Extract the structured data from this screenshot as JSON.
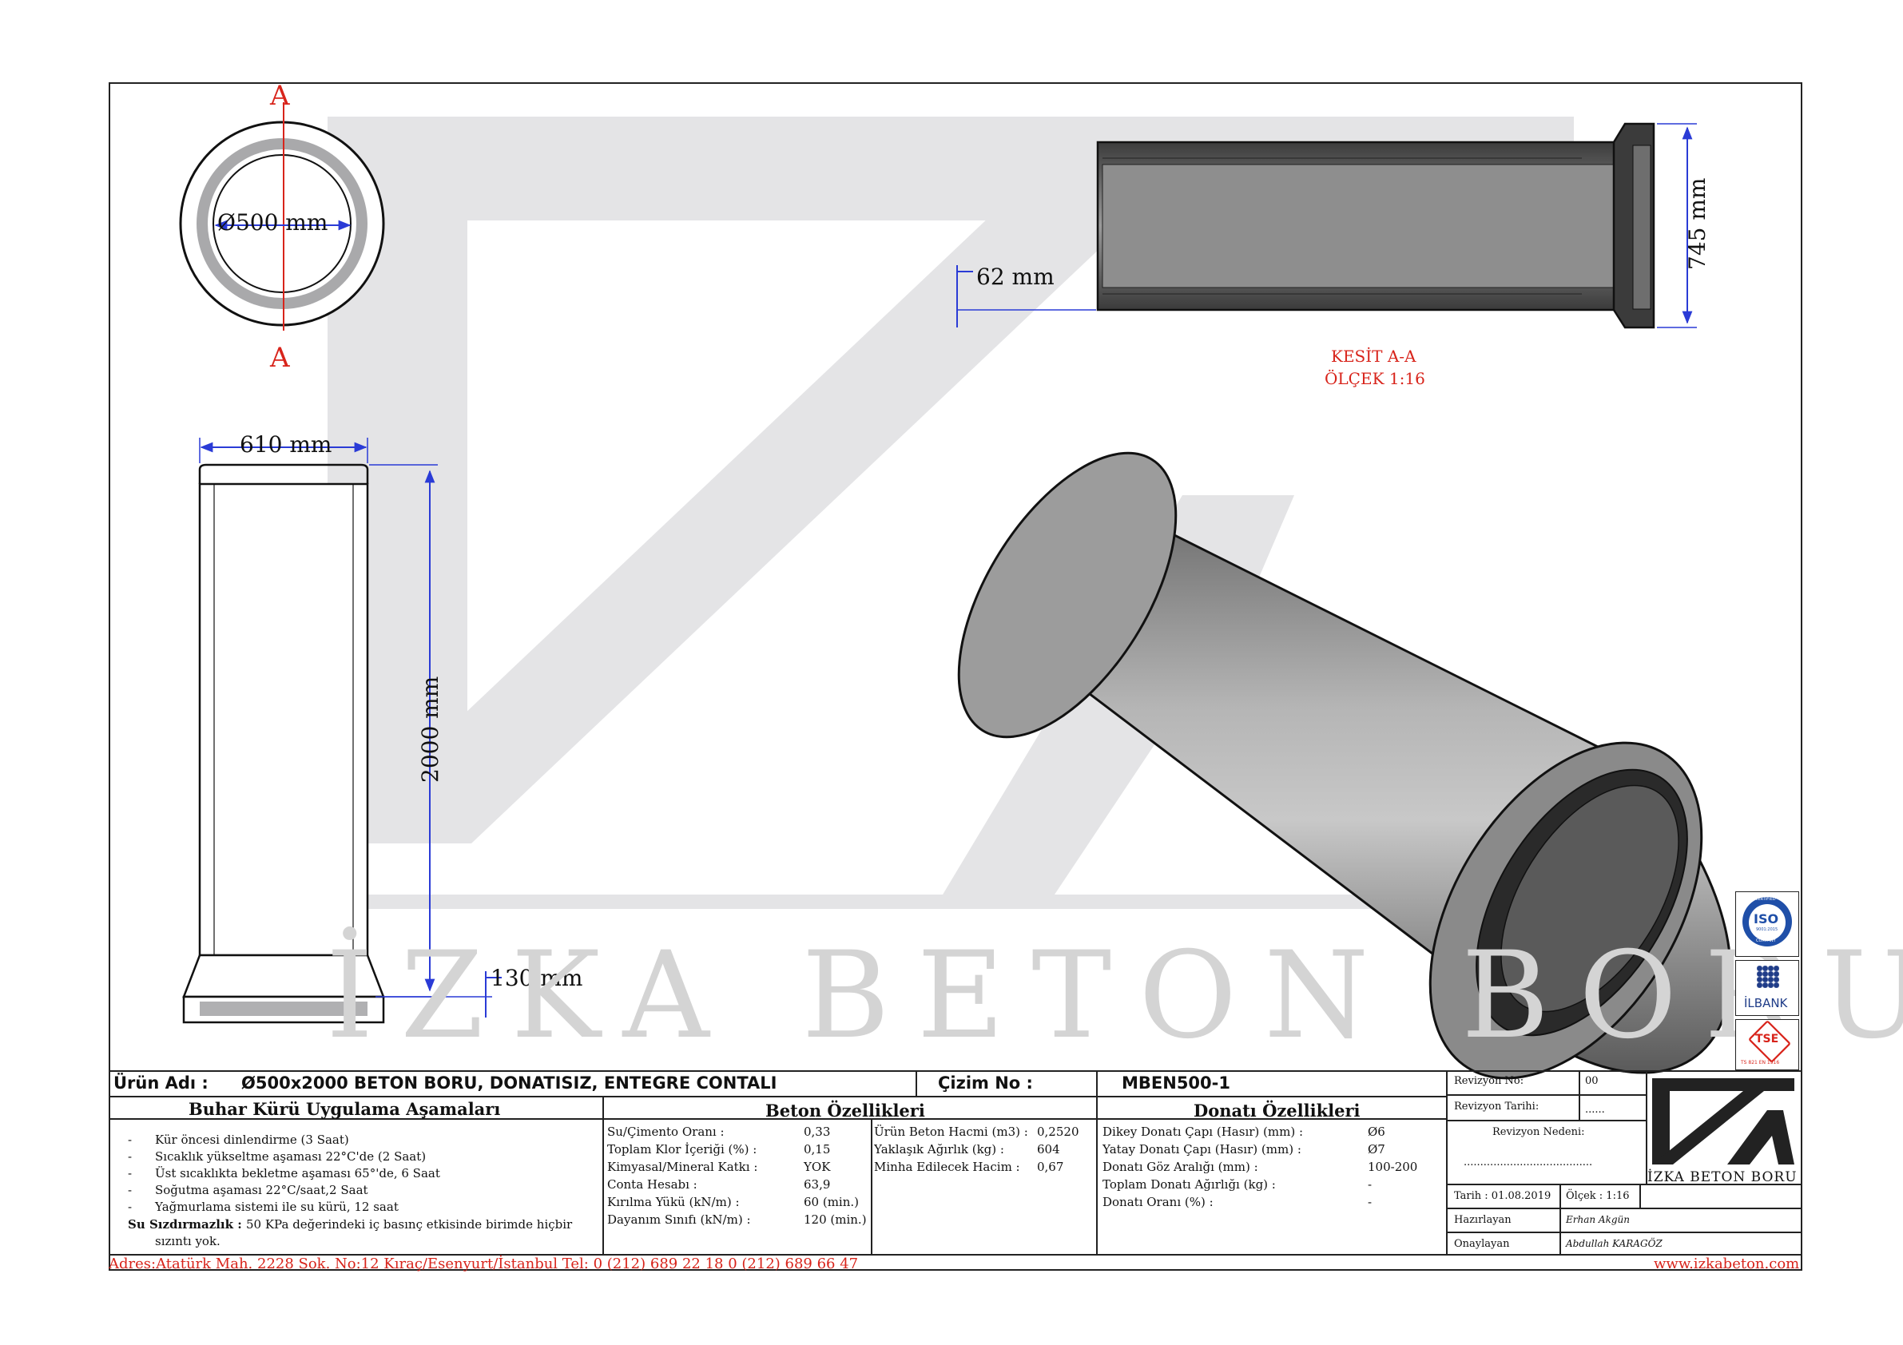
{
  "drawing": {
    "section_letter_top": "A",
    "section_letter_bottom": "A",
    "dim_inner_diameter": "Ø500 mm",
    "dim_outer_width": "610 mm",
    "dim_length": "2000 mm",
    "dim_socket": "130 mm",
    "dim_wall": "62 mm",
    "dim_section_height": "745 mm",
    "section_title": "KESİT A-A",
    "section_scale": "ÖLÇEK 1:16",
    "watermark": "İZKA BETON BORU"
  },
  "certs": {
    "iso_top": "CERTIFIED",
    "iso_mid": "ISO",
    "iso_std": "9001:2015",
    "iso_bot": "COMPANY",
    "ilbank": "İLBANK",
    "tse": "TSE",
    "tse_sub": "TS 821 EN 1916"
  },
  "title_block": {
    "product_label": "Ürün Adı :",
    "product_name": "Ø500x2000 BETON BORU, DONATISIZ, ENTEGRE CONTALI",
    "drawing_no_label": "Çizim No :",
    "drawing_no": "MBEN500-1",
    "revision_no_label": "Revizyon No:",
    "revision_no": "00",
    "revision_date_label": "Revizyon Tarihi:",
    "revision_date": "......",
    "revision_reason_label": "Revizyon Nedeni:",
    "revision_reason": ".......................................",
    "date": "Tarih : 01.08.2019",
    "scale": "Ölçek : 1:16",
    "prepared_label": "Hazırlayan",
    "prepared_sig": "Erhan Akgün",
    "approved_label": "Onaylayan",
    "approved_sig": "Abdullah KARAGÖZ",
    "logo_text": "İZKA BETON BORU"
  },
  "curing": {
    "heading": "Buhar Kürü Uygulama Aşamaları",
    "items": [
      "Kür öncesi dinlendirme (3 Saat)",
      "Sıcaklık yükseltme aşaması 22°C'de (2 Saat)",
      "Üst sıcaklıkta bekletme aşaması 65°'de, 6 Saat",
      "Soğutma aşaması 22°C/saat,2 Saat",
      "Yağmurlama sistemi ile su kürü, 12 saat"
    ],
    "leak_label": "Su Sızdırmazlık :",
    "leak_text": "50 KPa değerindeki iç basınç etkisinde birimde hiçbir",
    "leak_text2": "sızıntı yok."
  },
  "concrete": {
    "heading": "Beton Özellikleri",
    "rows_left": [
      {
        "label": "Su/Çimento Oranı :",
        "value": "0,33"
      },
      {
        "label": "Toplam Klor İçeriği (%) :",
        "value": "0,15"
      },
      {
        "label": "Kimyasal/Mineral Katkı :",
        "value": "YOK"
      },
      {
        "label": "Conta Hesabı :",
        "value": "63,9"
      },
      {
        "label": "Kırılma Yükü (kN/m) :",
        "value": "60 (min.)"
      },
      {
        "label": "Dayanım Sınıfı (kN/m) :",
        "value": "120 (min.)"
      }
    ],
    "rows_right": [
      {
        "label": "Ürün Beton Hacmi (m3) :",
        "value": "0,2520"
      },
      {
        "label": "Yaklaşık Ağırlık (kg) :",
        "value": "604"
      },
      {
        "label": "Minha Edilecek Hacim :",
        "value": "0,67"
      }
    ]
  },
  "rebar": {
    "heading": "Donatı Özellikleri",
    "rows": [
      {
        "label": "Dikey Donatı Çapı (Hasır) (mm) :",
        "value": "Ø6"
      },
      {
        "label": "Yatay Donatı Çapı (Hasır) (mm) :",
        "value": "Ø7"
      },
      {
        "label": "Donatı Göz Aralığı (mm) :",
        "value": "100-200"
      },
      {
        "label": "Toplam Donatı Ağırlığı (kg) :",
        "value": "-"
      },
      {
        "label": "Donatı Oranı (%) :",
        "value": "-"
      }
    ]
  },
  "footer": {
    "address": "Adres:Atatürk Mah. 2228 Sok. No:12 Kıraç/Esenyurt/İstanbul Tel: 0 (212) 689 22 18 0 (212) 689 66 47",
    "website": "www.izkabeton.com"
  }
}
